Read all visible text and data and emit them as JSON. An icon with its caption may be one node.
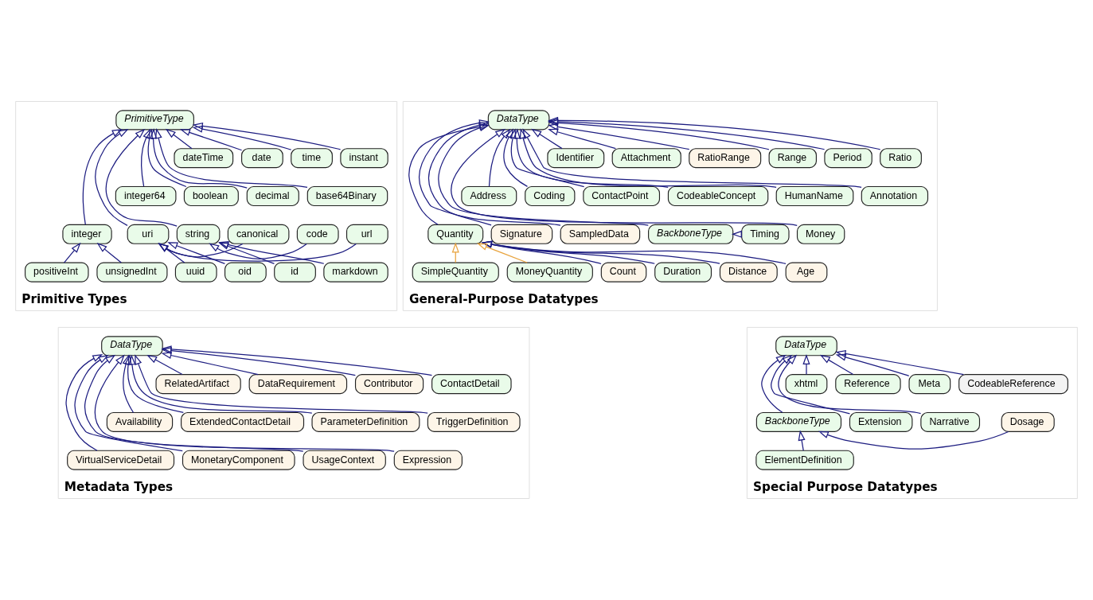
{
  "diagram": {
    "nodes": [
      {
        "text": [
          "Primitive Types"
        ]
      },
      {
        "text": [
          "instant"
        ],
        "in": 0
      },
      {
        "text": [
          "time"
        ],
        "in": 0
      },
      {
        "text": [
          "date"
        ],
        "in": 0
      },
      {
        "text": [
          "dateTime"
        ],
        "in": 0
      },
      {
        "text": [
          "base64Binary"
        ],
        "in": 0
      },
      {
        "text": [
          "decimal"
        ],
        "in": 0
      },
      {
        "text": [
          "PrimitiveType"
        ],
        "in": 0
      },
      {
        "text": [
          "boolean"
        ],
        "in": 0
      },
      {
        "text": [
          "url"
        ],
        "in": 0
      },
      {
        "text": [
          "integer64"
        ],
        "in": 0
      },
      {
        "text": [
          "code"
        ],
        "in": 0
      },
      {
        "text": [
          "string"
        ],
        "in": 0
      },
      {
        "text": [
          "integer"
        ],
        "in": 0
      },
      {
        "text": [
          "uri"
        ],
        "in": 0
      },
      {
        "text": [
          "canonical"
        ],
        "in": 0
      },
      {
        "text": [
          "markdown"
        ],
        "in": 0
      },
      {
        "text": [
          "id"
        ],
        "in": 0
      },
      {
        "text": [
          "oid"
        ],
        "in": 0
      },
      {
        "text": [
          "uuid"
        ],
        "in": 0
      },
      {
        "text": [
          "unsignedInt"
        ],
        "in": 0
      },
      {
        "text": [
          "positiveInt"
        ],
        "in": 0
      },
      {
        "text": [
          "General-Purpose Datatypes"
        ]
      },
      {
        "text": [
          "Ratio"
        ],
        "in": 22
      },
      {
        "text": [
          "Period"
        ],
        "in": 22
      },
      {
        "text": [
          "Range"
        ],
        "in": 22
      },
      {
        "text": [
          "RatioRange"
        ],
        "in": 22
      },
      {
        "text": [
          "Attachment"
        ],
        "in": 22
      },
      {
        "text": [
          "Identifier"
        ],
        "in": 22
      },
      {
        "text": [
          "Annotation"
        ],
        "in": 22
      },
      {
        "text": [
          "HumanName"
        ],
        "in": 22
      },
      {
        "text": [
          "CodeableConcept"
        ],
        "in": 22
      },
      {
        "text": [
          "DataType"
        ],
        "in": 22
      },
      {
        "text": [
          "ContactPoint"
        ],
        "in": 22
      },
      {
        "text": [
          "Coding"
        ],
        "in": 22
      },
      {
        "text": [
          "Address"
        ],
        "in": 22
      },
      {
        "text": [
          "Money"
        ],
        "in": 22
      },
      {
        "text": [
          "Timing"
        ],
        "in": 22
      },
      {
        "text": [
          "BackboneType"
        ],
        "in": 22
      },
      {
        "text": [
          "Quantity"
        ],
        "in": 22
      },
      {
        "text": [
          "SampledData"
        ],
        "in": 22
      },
      {
        "text": [
          "Signature"
        ],
        "in": 22
      },
      {
        "text": [
          "Age"
        ],
        "in": 22
      },
      {
        "text": [
          "Distance"
        ],
        "in": 22
      },
      {
        "text": [
          "Duration"
        ],
        "in": 22
      },
      {
        "text": [
          "Count"
        ],
        "in": 22
      },
      {
        "text": [
          "MoneyQuantity"
        ],
        "in": 22
      },
      {
        "text": [
          "SimpleQuantity"
        ],
        "in": 22
      },
      {
        "text": [
          "Metadata Types"
        ]
      },
      {
        "text": [
          "ContactDetail"
        ],
        "in": 48
      },
      {
        "text": [
          "Contributor"
        ],
        "in": 48
      },
      {
        "text": [
          "DataRequirement"
        ],
        "in": 48
      },
      {
        "text": [
          "RelatedArtifact"
        ],
        "in": 48
      },
      {
        "text": [
          "DataType"
        ],
        "in": 48
      },
      {
        "text": [
          "TriggerDefinition"
        ],
        "in": 48
      },
      {
        "text": [
          "ParameterDefinition"
        ],
        "in": 48
      },
      {
        "text": [
          "ExtendedContactDetail"
        ],
        "in": 48
      },
      {
        "text": [
          "Availability"
        ],
        "in": 48
      },
      {
        "text": [
          "Expression"
        ],
        "in": 48
      },
      {
        "text": [
          "UsageContext"
        ],
        "in": 48
      },
      {
        "text": [
          "MonetaryComponent"
        ],
        "in": 48
      },
      {
        "text": [
          "VirtualServiceDetail"
        ],
        "in": 48
      },
      {
        "text": [
          "Special Purpose Datatypes"
        ]
      },
      {
        "text": [
          "CodeableReference"
        ],
        "in": 62
      },
      {
        "text": [
          "Meta"
        ],
        "in": 62
      },
      {
        "text": [
          "Reference"
        ],
        "in": 62
      },
      {
        "text": [
          "Dosage"
        ],
        "in": 62
      },
      {
        "text": [
          "xhtml"
        ],
        "in": 62
      },
      {
        "text": [
          "DataType"
        ],
        "in": 62
      },
      {
        "text": [
          "BackboneType"
        ],
        "in": 62
      },
      {
        "text": [
          "Narrative"
        ],
        "in": 62
      },
      {
        "text": [
          "Extension"
        ],
        "in": 62
      },
      {
        "text": [
          "ElementDefinition"
        ],
        "in": 62
      }
    ],
    "edges": [
      {
        "from": 1,
        "to": 7,
        "arrow": "to"
      },
      {
        "from": 2,
        "to": 7,
        "arrow": "to"
      },
      {
        "from": 3,
        "to": 7,
        "arrow": "to"
      },
      {
        "from": 4,
        "to": 7,
        "arrow": "to"
      },
      {
        "from": 5,
        "to": 7,
        "arrow": "to"
      },
      {
        "from": 6,
        "to": 7,
        "arrow": "to"
      },
      {
        "from": 10,
        "to": 7,
        "arrow": "to"
      },
      {
        "from": 8,
        "to": 7,
        "arrow": "to"
      },
      {
        "from": 12,
        "to": 7,
        "arrow": "to"
      },
      {
        "from": 13,
        "to": 7,
        "arrow": "to"
      },
      {
        "from": 14,
        "to": 7,
        "arrow": "to"
      },
      {
        "from": 11,
        "to": 12,
        "arrow": "to"
      },
      {
        "from": 16,
        "to": 12,
        "arrow": "to"
      },
      {
        "from": 17,
        "to": 12,
        "arrow": "to"
      },
      {
        "from": 20,
        "to": 13,
        "arrow": "to"
      },
      {
        "from": 21,
        "to": 13,
        "arrow": "to"
      },
      {
        "from": 9,
        "to": 14,
        "arrow": "to"
      },
      {
        "from": 15,
        "to": 14,
        "arrow": "to"
      },
      {
        "from": 18,
        "to": 14,
        "arrow": "to"
      },
      {
        "from": 19,
        "to": 14,
        "arrow": "to"
      },
      {
        "from": 23,
        "to": 32,
        "arrow": "to"
      },
      {
        "from": 24,
        "to": 32,
        "arrow": "to"
      },
      {
        "from": 25,
        "to": 32,
        "arrow": "to"
      },
      {
        "from": 26,
        "to": 32,
        "arrow": "to"
      },
      {
        "from": 27,
        "to": 32,
        "arrow": "to"
      },
      {
        "from": 28,
        "to": 32,
        "arrow": "to"
      },
      {
        "from": 29,
        "to": 32,
        "arrow": "to"
      },
      {
        "from": 30,
        "to": 32,
        "arrow": "to"
      },
      {
        "from": 31,
        "to": 32,
        "arrow": "to"
      },
      {
        "from": 33,
        "to": 32,
        "arrow": "to"
      },
      {
        "from": 34,
        "to": 32,
        "arrow": "to"
      },
      {
        "from": 35,
        "to": 32,
        "arrow": "to"
      },
      {
        "from": 36,
        "to": 32,
        "arrow": "to"
      },
      {
        "from": 38,
        "to": 32,
        "arrow": "to"
      },
      {
        "from": 39,
        "to": 32,
        "arrow": "to"
      },
      {
        "from": 40,
        "to": 32,
        "arrow": "to"
      },
      {
        "from": 41,
        "to": 32,
        "arrow": "to"
      },
      {
        "from": 37,
        "to": 38,
        "arrow": "to"
      },
      {
        "from": 42,
        "to": 39,
        "arrow": "to"
      },
      {
        "from": 43,
        "to": 39,
        "arrow": "to"
      },
      {
        "from": 44,
        "to": 39,
        "arrow": "to"
      },
      {
        "from": 45,
        "to": 39,
        "arrow": "to"
      },
      {
        "from": 46,
        "to": 39,
        "arrow": "to",
        "color": "#e8a33d"
      },
      {
        "from": 47,
        "to": 39,
        "arrow": "to",
        "color": "#e8a33d"
      },
      {
        "from": 49,
        "to": 53,
        "arrow": "to"
      },
      {
        "from": 50,
        "to": 53,
        "arrow": "to"
      },
      {
        "from": 51,
        "to": 53,
        "arrow": "to"
      },
      {
        "from": 52,
        "to": 53,
        "arrow": "to"
      },
      {
        "from": 54,
        "to": 53,
        "arrow": "to"
      },
      {
        "from": 55,
        "to": 53,
        "arrow": "to"
      },
      {
        "from": 56,
        "to": 53,
        "arrow": "to"
      },
      {
        "from": 57,
        "to": 53,
        "arrow": "to"
      },
      {
        "from": 58,
        "to": 53,
        "arrow": "to"
      },
      {
        "from": 59,
        "to": 53,
        "arrow": "to"
      },
      {
        "from": 60,
        "to": 53,
        "arrow": "to"
      },
      {
        "from": 61,
        "to": 53,
        "arrow": "to"
      },
      {
        "from": 63,
        "to": 68,
        "arrow": "to"
      },
      {
        "from": 64,
        "to": 68,
        "arrow": "to"
      },
      {
        "from": 65,
        "to": 68,
        "arrow": "to"
      },
      {
        "from": 66,
        "to": 69,
        "arrow": "to"
      },
      {
        "from": 67,
        "to": 68,
        "arrow": "to"
      },
      {
        "from": 69,
        "to": 68,
        "arrow": "to"
      },
      {
        "from": 70,
        "to": 68,
        "arrow": "to"
      },
      {
        "from": 71,
        "to": 68,
        "arrow": "to"
      },
      {
        "from": 72,
        "to": 69,
        "arrow": "to"
      }
    ]
  }
}
